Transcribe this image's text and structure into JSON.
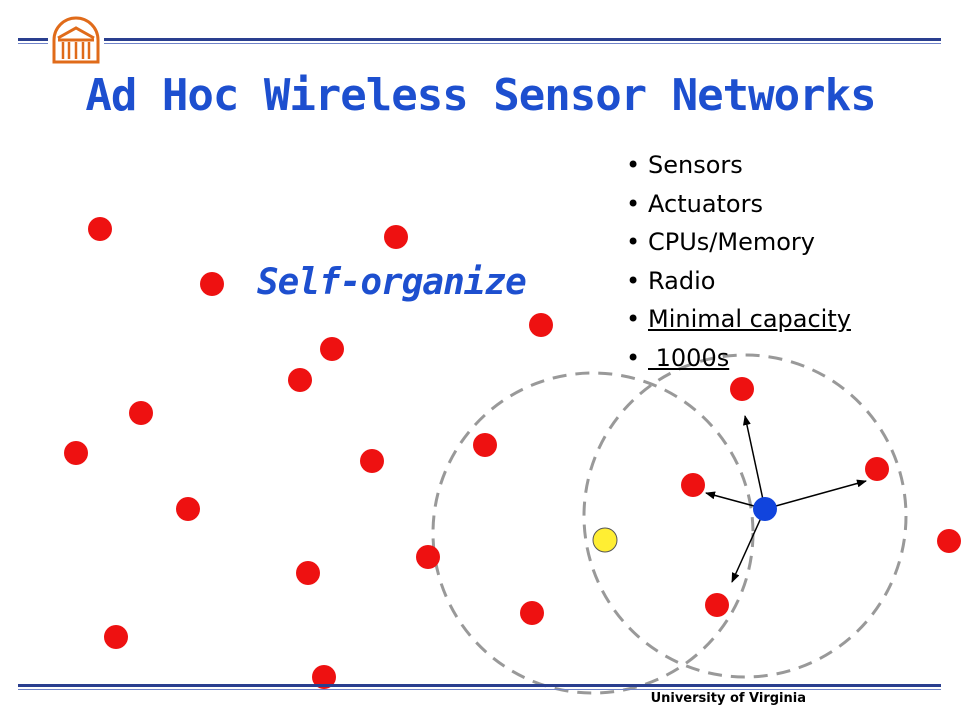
{
  "slide": {
    "title": "Ad Hoc Wireless Sensor Networks",
    "annotation": "Self-organize",
    "footer": "University of Virginia"
  },
  "features": [
    {
      "text": "Sensors",
      "underlined": false
    },
    {
      "text": "Actuators",
      "underlined": false
    },
    {
      "text": "CPUs/Memory",
      "underlined": false
    },
    {
      "text": "Radio",
      "underlined": false
    },
    {
      "text": "Minimal capacity",
      "underlined": true
    },
    {
      "text": " 1000s",
      "underlined": true
    }
  ],
  "colors": {
    "title": "#1d4fcf",
    "sensor_node": "#ee1111",
    "source_node": "#1144dd",
    "highlight_node": "#ffee33",
    "range_circle": "#999999",
    "rule": "#2a3f8f",
    "logo": "#e06b1a"
  },
  "icons": {
    "logo": "rotunda-logo-icon"
  }
}
